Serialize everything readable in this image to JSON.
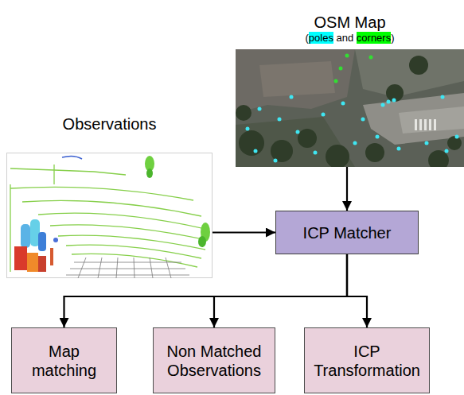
{
  "diagram": {
    "nodes": [
      {
        "text": [
          "OSM Map",
          "(poles and corners)"
        ]
      },
      {
        "text": [
          "Observations"
        ]
      },
      {
        "text": [
          "ICP Matcher"
        ]
      },
      {
        "text": [
          "Map matching"
        ]
      },
      {
        "text": [
          "Non Matched Observations"
        ]
      },
      {
        "text": [
          "ICP Transformation"
        ]
      }
    ],
    "edges": [
      {
        "from": 0,
        "to": 2,
        "arrow": "to"
      },
      {
        "from": 1,
        "to": 2,
        "arrow": "to"
      },
      {
        "from": 2,
        "to": 3,
        "arrow": "to"
      },
      {
        "from": 2,
        "to": 4,
        "arrow": "to"
      },
      {
        "from": 2,
        "to": 5,
        "arrow": "to"
      }
    ]
  }
}
